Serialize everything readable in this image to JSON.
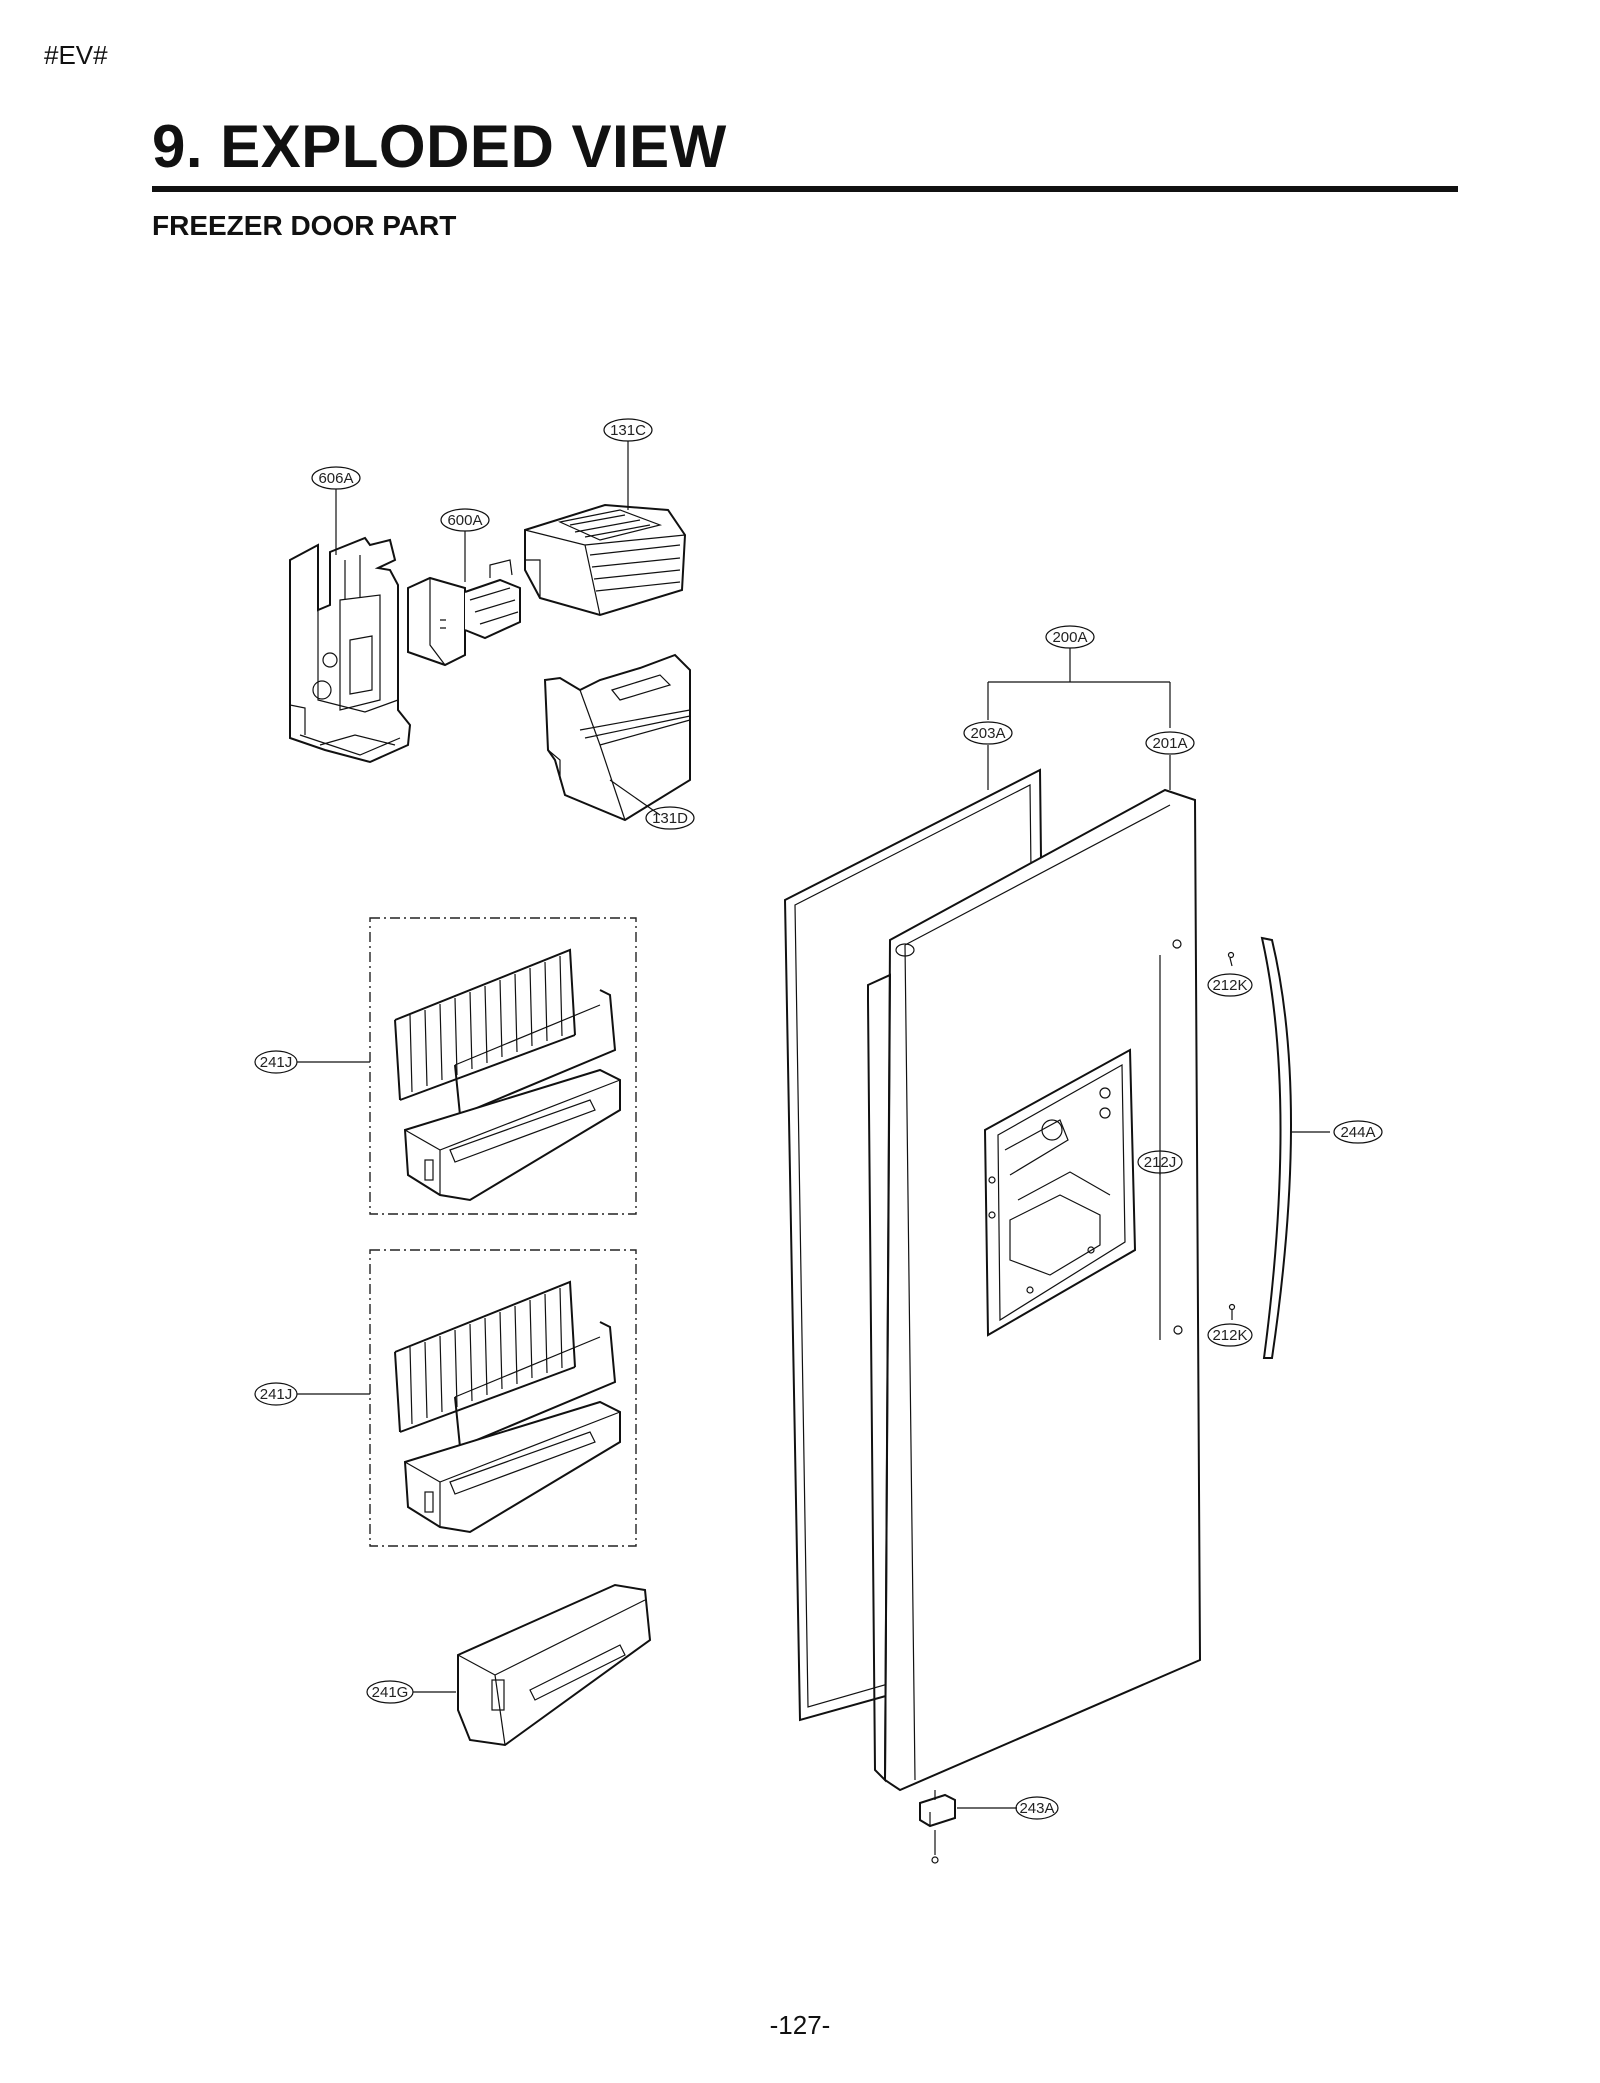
{
  "header": {
    "tag": "#EV#",
    "title": "9. EXPLODED VIEW",
    "subtitle": "FREEZER DOOR PART"
  },
  "footer": {
    "page_number": "-127-"
  },
  "callouts": [
    {
      "id": "131C",
      "text": "131C"
    },
    {
      "id": "606A",
      "text": "606A"
    },
    {
      "id": "600A",
      "text": "600A"
    },
    {
      "id": "131D",
      "text": "131D"
    },
    {
      "id": "200A",
      "text": "200A"
    },
    {
      "id": "203A",
      "text": "203A"
    },
    {
      "id": "201A",
      "text": "201A"
    },
    {
      "id": "212K_top",
      "text": "212K"
    },
    {
      "id": "212J",
      "text": "212J"
    },
    {
      "id": "244A",
      "text": "244A"
    },
    {
      "id": "212K_bottom",
      "text": "212K"
    },
    {
      "id": "241J_top",
      "text": "241J"
    },
    {
      "id": "241J_bottom",
      "text": "241J"
    },
    {
      "id": "241G",
      "text": "241G"
    },
    {
      "id": "243A",
      "text": "243A"
    }
  ]
}
